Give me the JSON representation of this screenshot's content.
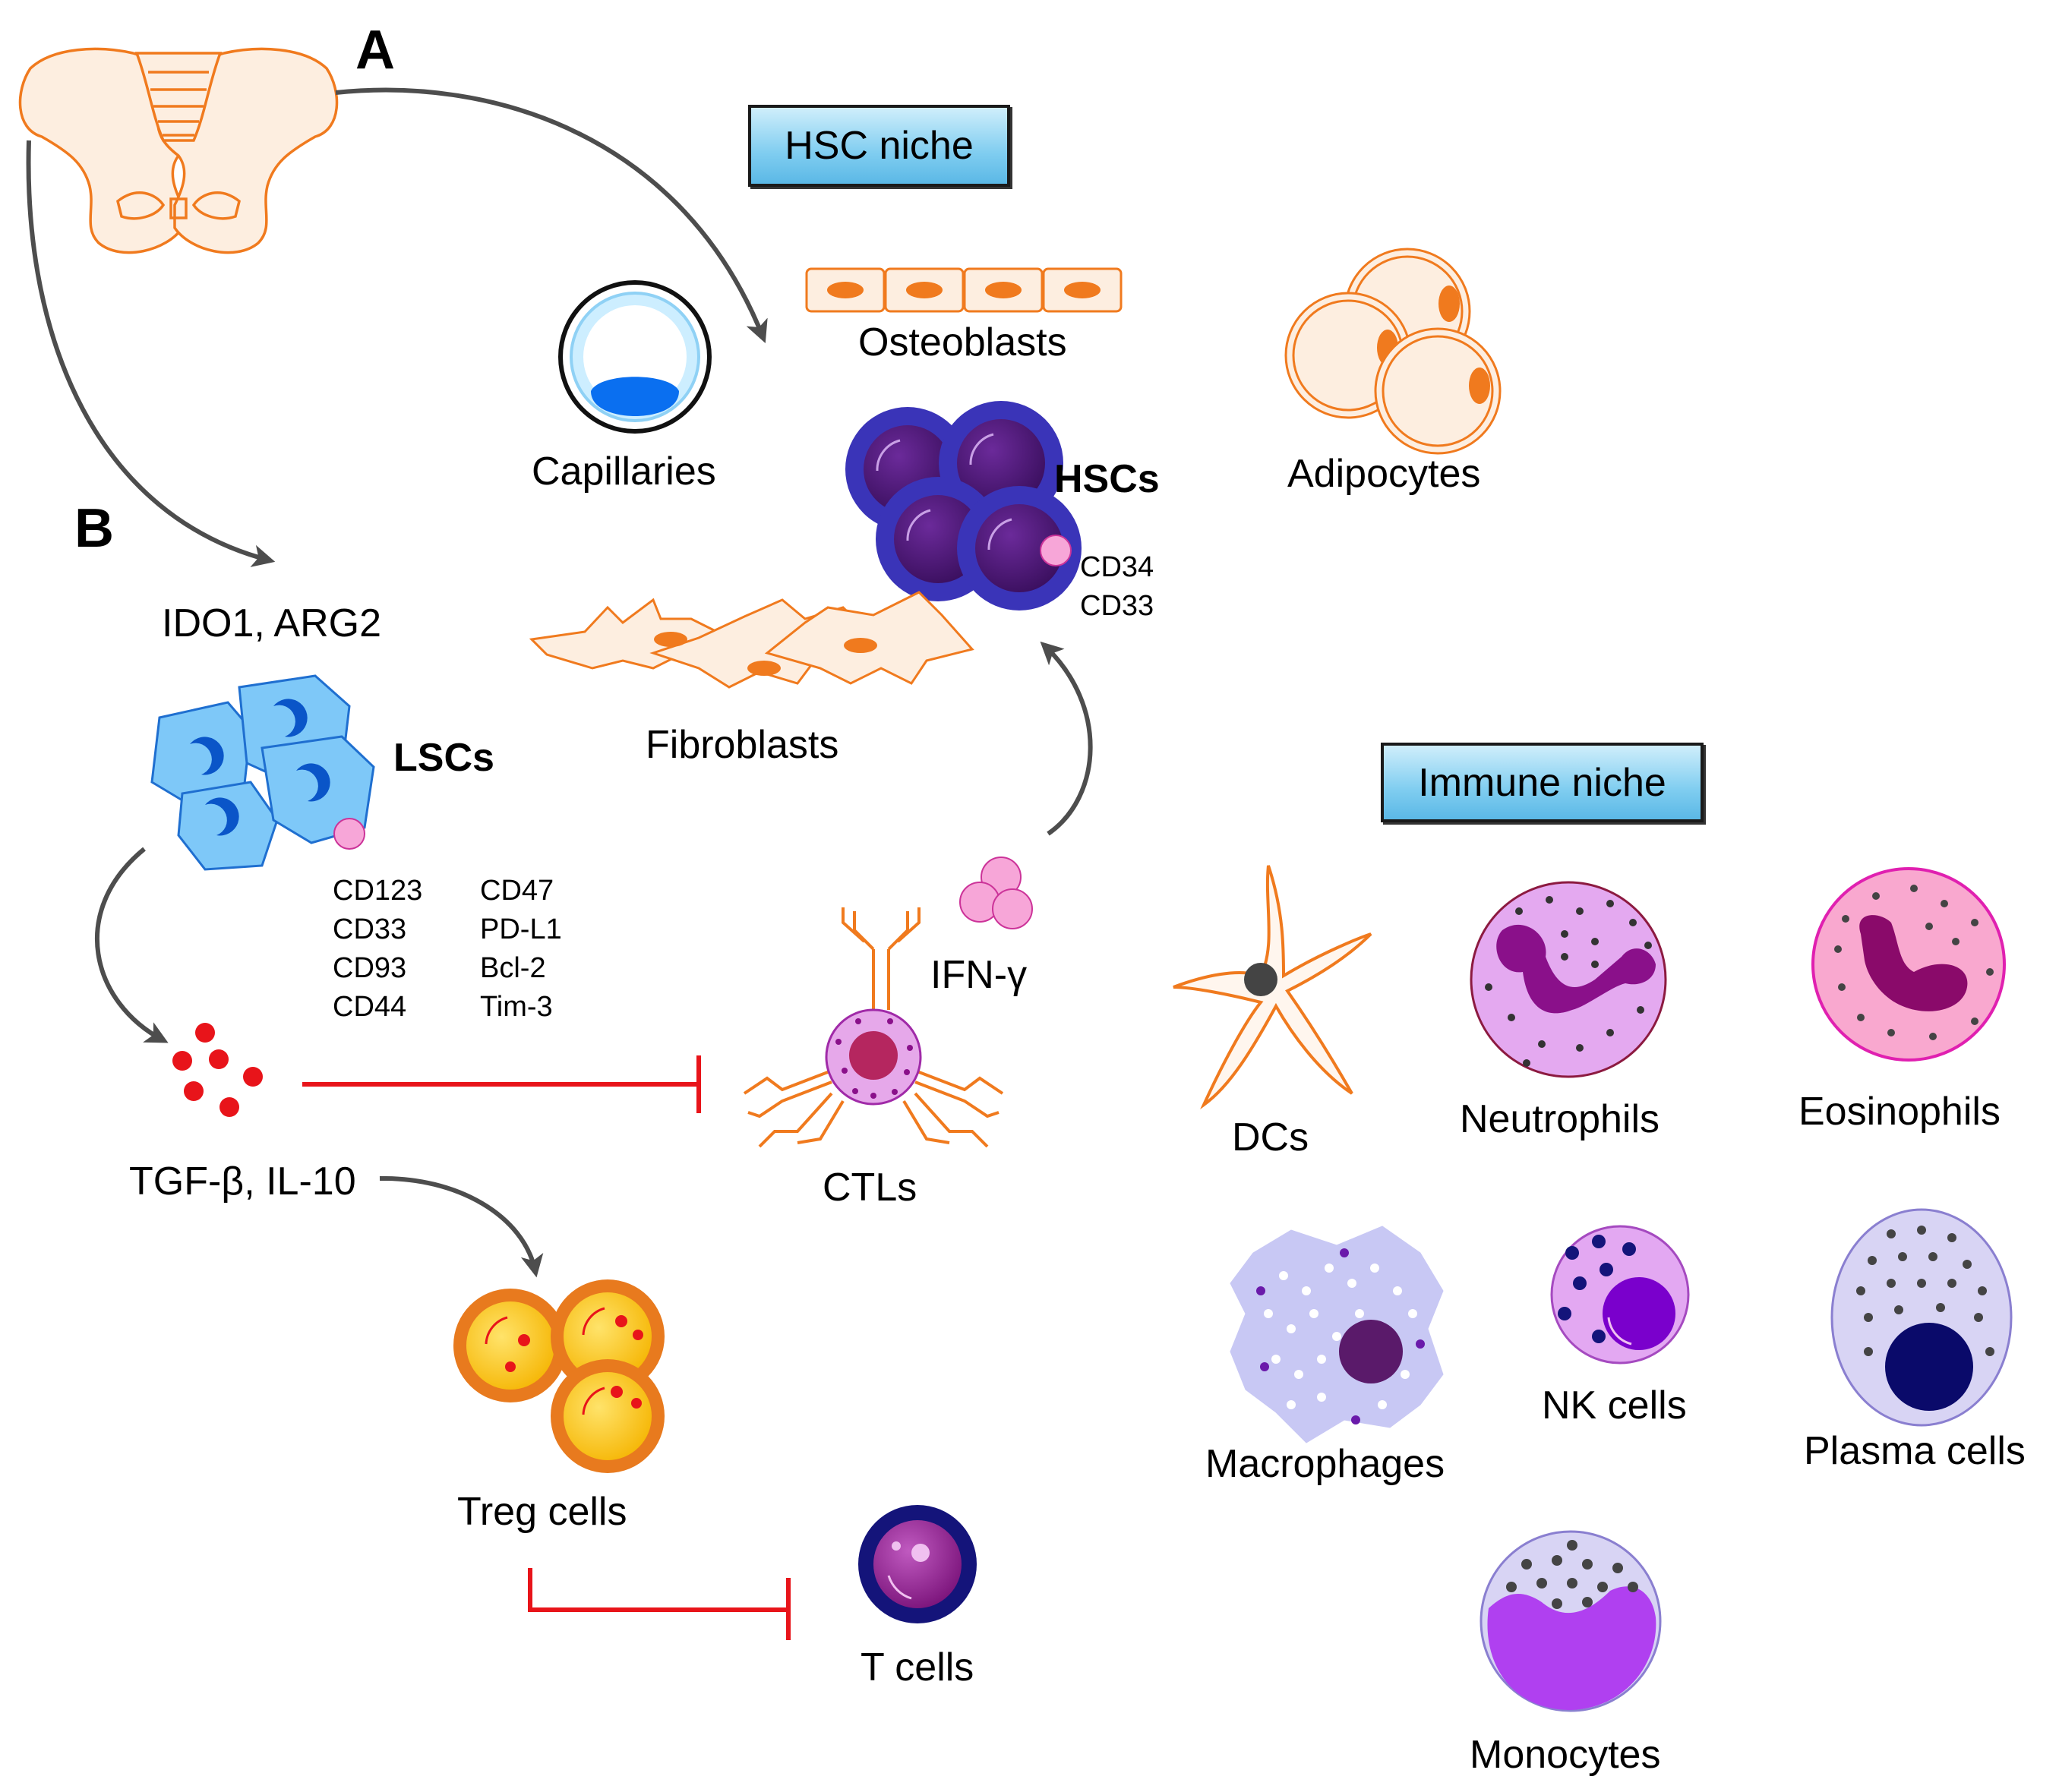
{
  "panels": {
    "a": "A",
    "b": "B"
  },
  "niches": {
    "hsc": "HSC niche",
    "immune": "Immune niche"
  },
  "hsc_niche": {
    "osteoblasts": "Osteoblasts",
    "capillaries": "Capillaries",
    "adipocytes": "Adipocytes",
    "hscs": "HSCs",
    "hsc_markers": [
      "CD34",
      "CD33"
    ],
    "fibroblasts": "Fibroblasts"
  },
  "leukemia": {
    "enzymes": "IDO1, ARG2",
    "lscs": "LSCs",
    "markers_left": [
      "CD123",
      "CD33",
      "CD93",
      "CD44"
    ],
    "markers_right": [
      "CD47",
      "PD-L1",
      "Bcl-2",
      "Tim-3"
    ],
    "cytokines": "TGF-β, IL-10",
    "ifn": "IFN-γ",
    "ctls": "CTLs",
    "treg": "Treg cells",
    "tcells": "T cells"
  },
  "immune_niche": {
    "dcs": "DCs",
    "neutrophils": "Neutrophils",
    "eosinophils": "Eosinophils",
    "macrophages": "Macrophages",
    "nk": "NK cells",
    "plasma": "Plasma cells",
    "monocytes": "Monocytes"
  },
  "colors": {
    "orange": "#f07a1e",
    "arrow": "#4d4d4d",
    "inhibit": "#e8141a",
    "lsc": "#7ec8f8",
    "hsc": "#3a34b8"
  }
}
